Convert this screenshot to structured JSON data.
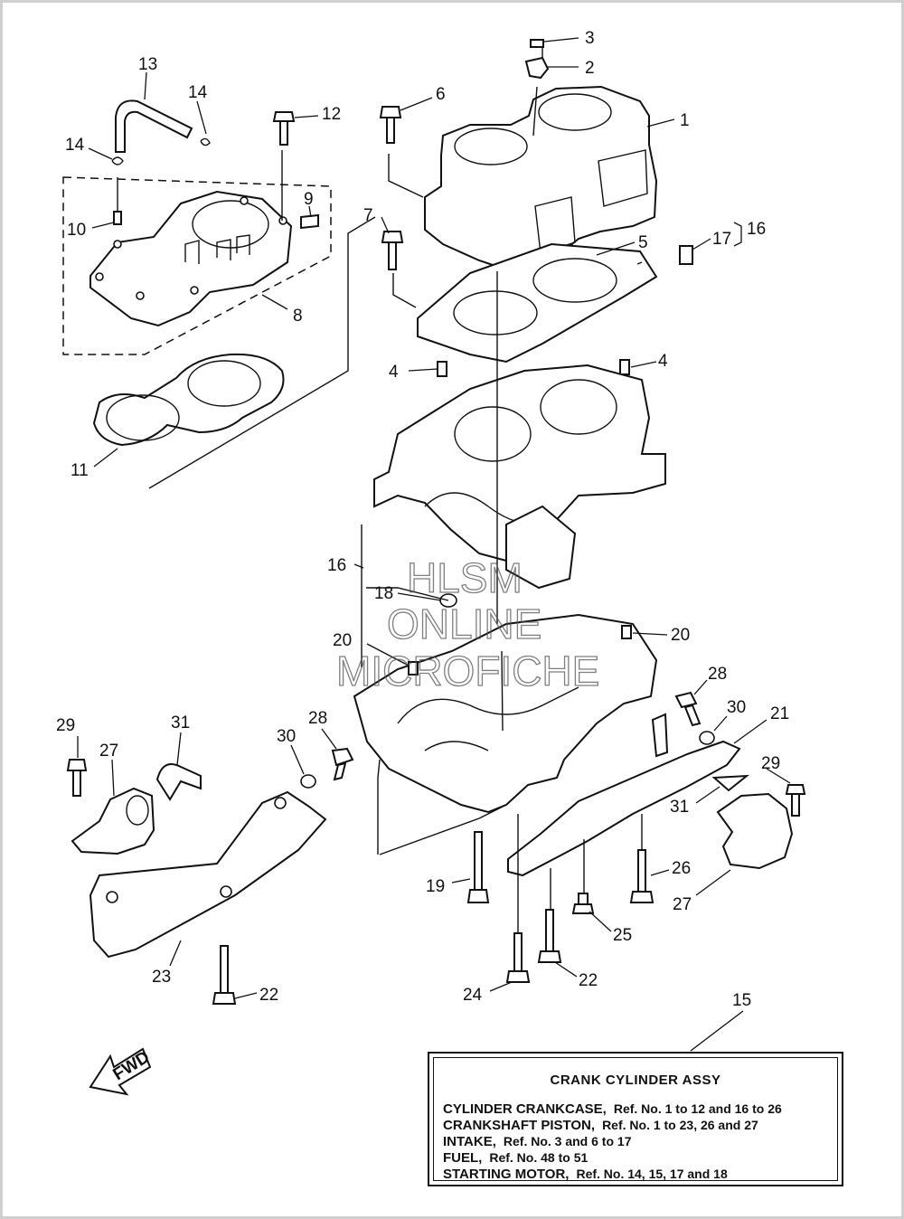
{
  "callouts": [
    "1",
    "2",
    "3",
    "4",
    "4",
    "5",
    "6",
    "7",
    "8",
    "9",
    "10",
    "11",
    "12",
    "13",
    "14",
    "14",
    "15",
    "16",
    "16",
    "17",
    "18",
    "19",
    "20",
    "20",
    "21",
    "22",
    "22",
    "23",
    "24",
    "25",
    "26",
    "27",
    "27",
    "28",
    "28",
    "29",
    "29",
    "30",
    "30",
    "31",
    "31"
  ],
  "fwd_label": "FWD",
  "watermark": [
    "HLSM",
    "ONLINE",
    "MICROFICHE"
  ],
  "legend": {
    "title": "CRANK  CYLINDER ASSY",
    "rows": [
      {
        "name": "CYLINDER CRANKCASE,",
        "refs": "Ref. No. 1 to 12 and 16 to 26"
      },
      {
        "name": "CRANKSHAFT PISTON,",
        "refs": "Ref. No. 1 to 23, 26 and 27"
      },
      {
        "name": "INTAKE,",
        "refs": "Ref. No. 3 and 6 to 17"
      },
      {
        "name": "FUEL,",
        "refs": "Ref. No. 48 to 51"
      },
      {
        "name": "STARTING MOTOR,",
        "refs": "Ref. No. 14, 15, 17 and 18"
      }
    ]
  }
}
